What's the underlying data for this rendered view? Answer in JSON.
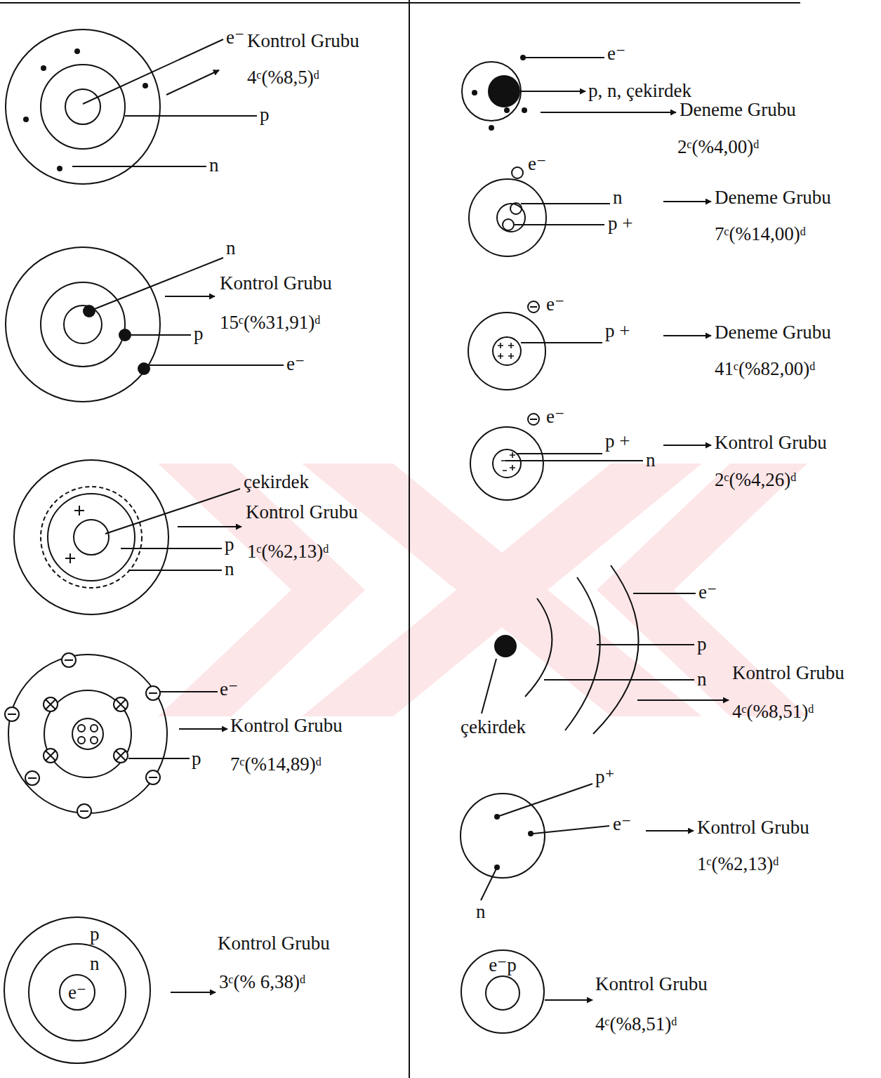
{
  "diagram": {
    "nodes": [
      {
        "text": [
          "p"
        ]
      },
      {
        "text": [
          "n"
        ],
        "in": 0
      },
      {
        "text": [
          "e⁻"
        ],
        "in": 1
      },
      {
        "text": [
          "e⁻p"
        ]
      }
    ],
    "labels": [
      "e⁻",
      "Kontrol Grubu",
      "4ᶜ(%8,5)ᵈ",
      "p",
      "n",
      "n",
      "Kontrol Grubu",
      "15ᶜ(%31,91)ᵈ",
      "p",
      "e⁻",
      "çekirdek",
      "Kontrol Grubu",
      "p",
      "1ᶜ(%2,13)ᵈ",
      "n",
      "e⁻",
      "Kontrol Grubu",
      "p",
      "7ᶜ(%14,89)ᵈ",
      "Kontrol Grubu",
      "3ᶜ(% 6,38)ᵈ",
      "e⁻",
      "p, n, çekirdek",
      "Deneme Grubu",
      "2ᶜ(%4,00)ᵈ",
      "e⁻",
      "n",
      "Deneme Grubu",
      "p +",
      "7ᶜ(%14,00)ᵈ",
      "e⁻",
      "p +",
      "Deneme Grubu",
      "41ᶜ(%82,00)ᵈ",
      "e⁻",
      "p +",
      "Kontrol Grubu",
      "n",
      "2ᶜ(%4,26)ᵈ",
      "e⁻",
      "p",
      "n",
      "Kontrol Grubu",
      "4ᶜ(%8,51)ᵈ",
      "çekirdek",
      "p⁺",
      "e⁻",
      "Kontrol Grubu",
      "1ᶜ(%2,13)ᵈ",
      "n",
      "Kontrol Grubu",
      "4ᶜ(%8,51)ᵈ"
    ]
  }
}
